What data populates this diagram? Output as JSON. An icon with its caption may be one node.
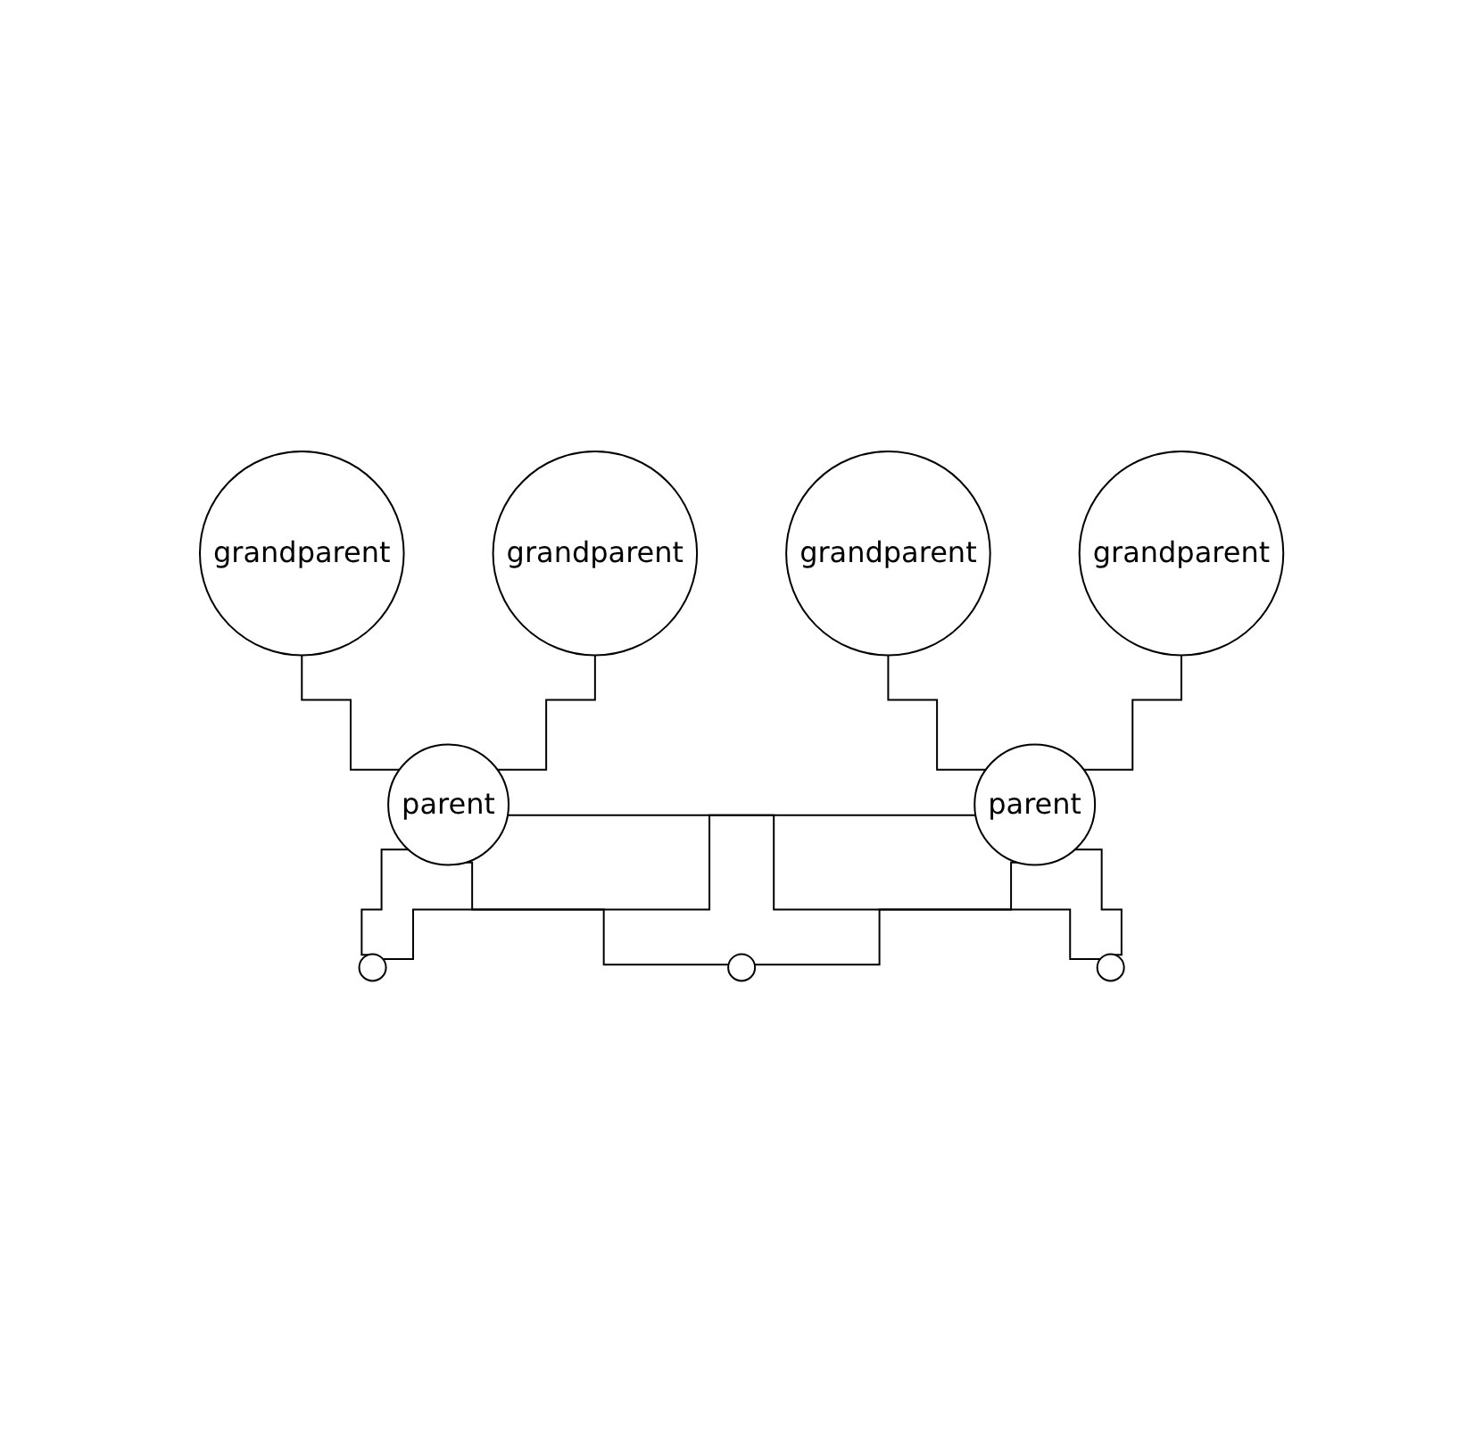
{
  "diagram": {
    "nodes": [
      {
        "text": [
          "grandparent"
        ]
      },
      {
        "text": [
          "grandparent"
        ]
      },
      {
        "text": [
          "grandparent"
        ]
      },
      {
        "text": [
          "grandparent"
        ]
      },
      {
        "text": [
          "parent"
        ]
      },
      {
        "text": [
          "parent"
        ]
      },
      {
        "text": [],
        "shape": "circle"
      },
      {
        "text": [],
        "shape": "circle"
      },
      {
        "text": [],
        "shape": "circle"
      }
    ],
    "edges": [
      {
        "from": 0,
        "to": 4,
        "arrow": "none"
      },
      {
        "from": 1,
        "to": 4,
        "arrow": "none"
      },
      {
        "from": 2,
        "to": 5,
        "arrow": "none"
      },
      {
        "from": 3,
        "to": 5,
        "arrow": "none"
      },
      {
        "from": 4,
        "to": 6,
        "arrow": "none"
      },
      {
        "from": 4,
        "to": 7,
        "arrow": "none"
      },
      {
        "from": 4,
        "to": 8,
        "arrow": "none"
      },
      {
        "from": 5,
        "to": 6,
        "arrow": "none"
      },
      {
        "from": 5,
        "to": 7,
        "arrow": "none"
      },
      {
        "from": 5,
        "to": 8,
        "arrow": "none"
      }
    ]
  }
}
